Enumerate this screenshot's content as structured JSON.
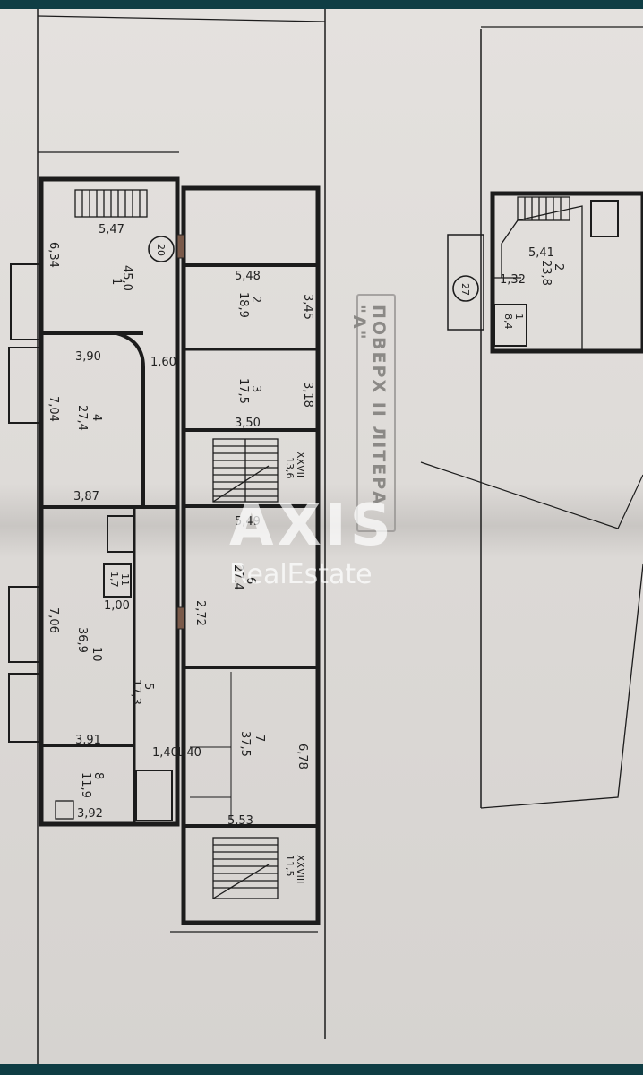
{
  "stamp": {
    "floor_label": "ПОВЕРХ ІІ ЛІТЕРА \"А\""
  },
  "watermark": {
    "brand": "AXIS",
    "tagline": "RealEstate"
  },
  "rooms": [
    {
      "num": "1",
      "area": "45,0",
      "dims": [
        "5,47",
        "6,34"
      ]
    },
    {
      "num": "2",
      "area": "18,9",
      "dims": [
        "5,48",
        "3,45"
      ]
    },
    {
      "num": "3",
      "area": "17,5",
      "dims": [
        "3,50",
        "3,18"
      ]
    },
    {
      "num": "4",
      "area": "27,4",
      "dims": [
        "3,90",
        "7,04",
        "3,87"
      ]
    },
    {
      "num": "XXVII",
      "area": "13,6"
    },
    {
      "num": "6",
      "area": "27,4",
      "dims": [
        "5,49",
        "2,72"
      ]
    },
    {
      "num": "7",
      "area": "37,5",
      "dims": [
        "5,53",
        "6,78"
      ]
    },
    {
      "num": "10",
      "area": "36,9",
      "dims": [
        "7,06"
      ]
    },
    {
      "num": "5",
      "area": "17,3",
      "dims": [
        "1,40"
      ]
    },
    {
      "num": "8",
      "area": "11,9",
      "dims": [
        "3,91",
        "3,92"
      ]
    },
    {
      "num": "11",
      "area": "1,7",
      "dims": [
        "1,00"
      ]
    },
    {
      "num": "XXVIII",
      "area": "11,5"
    },
    {
      "num": "2",
      "area": "23,8",
      "dims": [
        "5,41"
      ]
    },
    {
      "num": "1",
      "area": "8,4",
      "dims": [
        "1,32"
      ]
    }
  ],
  "marks": [
    "20",
    "27",
    "1,60",
    "1,40"
  ]
}
